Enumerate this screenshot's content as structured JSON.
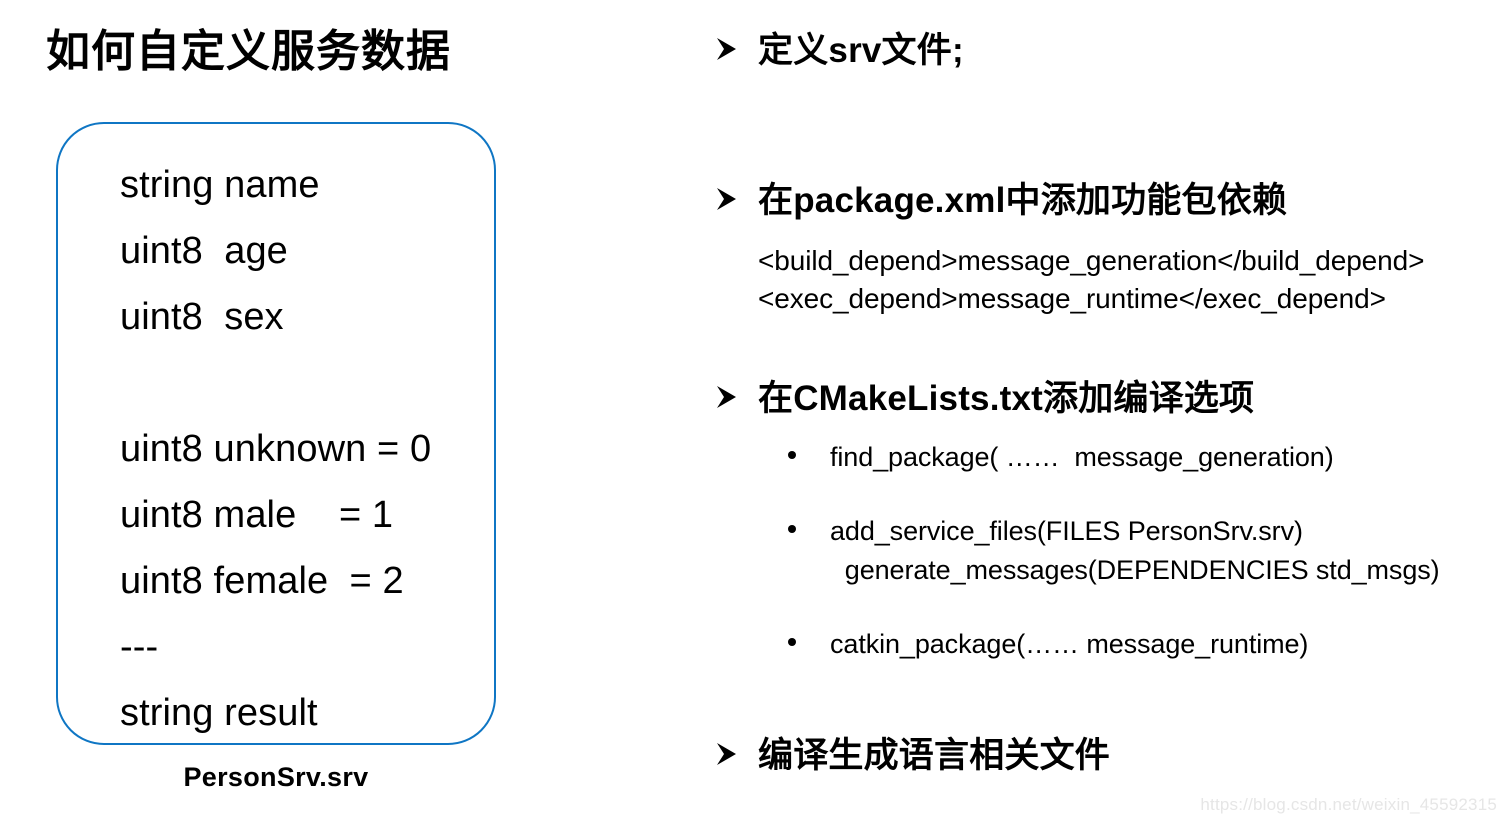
{
  "slide": {
    "title": "如何自定义服务数据",
    "watermark": "https://blog.csdn.net/weixin_45592315"
  },
  "srv_box": {
    "caption": "PersonSrv.srv",
    "border_color": "#0f76c4",
    "lines": [
      "string name",
      "uint8  age",
      "uint8  sex",
      "",
      "uint8 unknown = 0",
      "uint8 male    = 1",
      "uint8 female  = 2",
      "---",
      "string result"
    ]
  },
  "steps": [
    {
      "bullet_icon": "arrow-bullet-icon",
      "label": "定义srv文件;",
      "details": [],
      "sub_items": []
    },
    {
      "bullet_icon": "arrow-bullet-icon",
      "label": "在package.xml中添加功能包依赖",
      "details": [
        "<build_depend>message_generation</build_depend>",
        "<exec_depend>message_runtime</exec_depend>"
      ],
      "sub_items": []
    },
    {
      "bullet_icon": "arrow-bullet-icon",
      "label": "在CMakeLists.txt添加编译选项",
      "details": [],
      "sub_items": [
        "find_package( ……  message_generation)",
        "add_service_files(FILES PersonSrv.srv)\n  generate_messages(DEPENDENCIES std_msgs)",
        "catkin_package(…… message_runtime)"
      ]
    },
    {
      "bullet_icon": "arrow-bullet-icon",
      "label": "编译生成语言相关文件",
      "details": [],
      "sub_items": []
    }
  ]
}
